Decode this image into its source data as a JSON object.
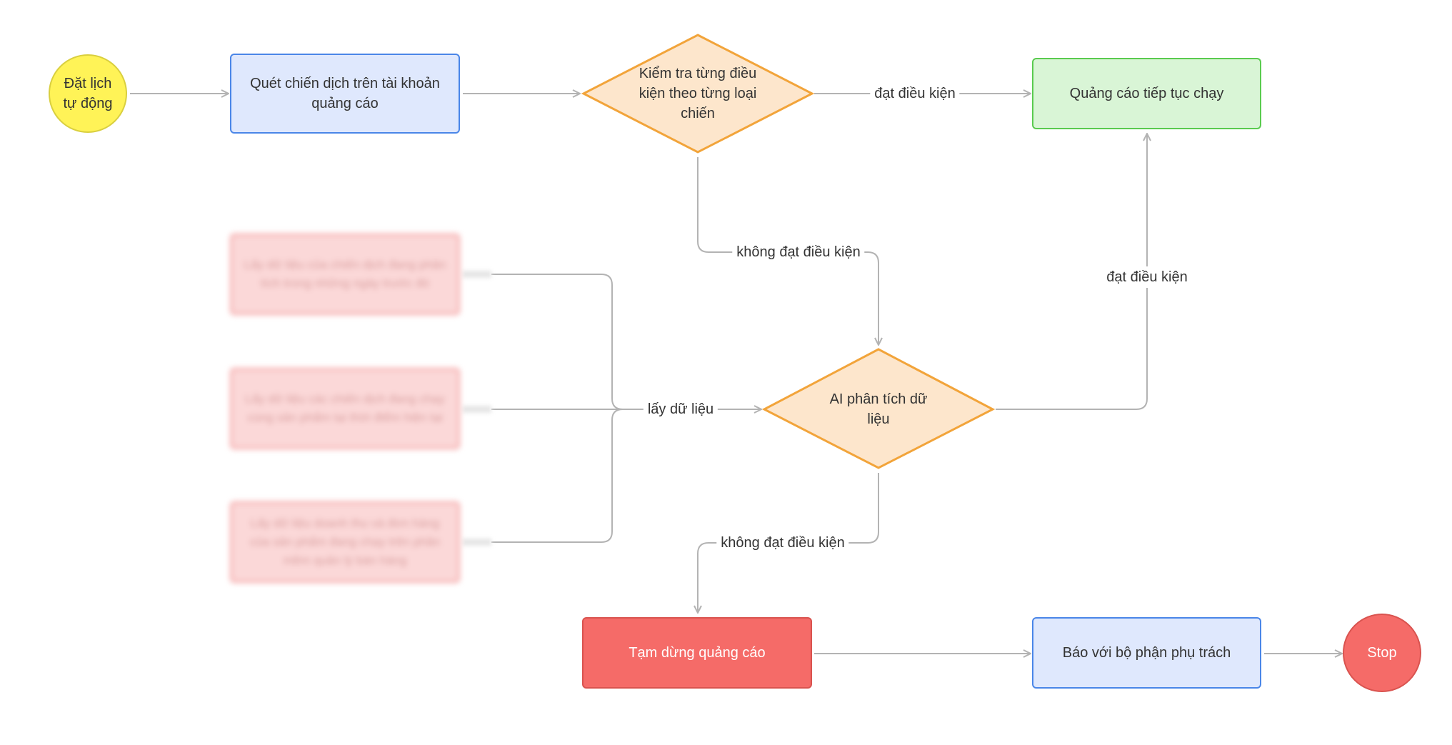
{
  "colors": {
    "edge": "#b3b3b3",
    "start_fill": "#fff357",
    "start_border": "#d9cf3f",
    "blue_fill": "#dfe8fd",
    "blue_border": "#4a86e8",
    "diamond_fill": "#fde6cc",
    "diamond_border": "#f2a43a",
    "green_fill": "#d9f5d6",
    "green_border": "#5acb4f",
    "red_fill": "#f56b68",
    "red_border": "#d9534f",
    "blurred_fill": "#fbd8d8",
    "blurred_border": "#f5a5a5"
  },
  "nodes": {
    "start": "Đặt lịch tự động",
    "scan": "Quét chiến dịch trên tài khoản quảng cáo",
    "check": "Kiểm tra từng điều kiện theo từng loại chiến",
    "continue": "Quảng cáo tiếp tục chạy",
    "data1": "Lấy dữ liệu của chiến dịch đang phân tích trong những ngày trước đó",
    "data2": "Lấy dữ liệu các chiến dịch đang chạy cùng sản phẩm tại thời điểm hiện tại",
    "data3": "Lấy dữ liệu doanh thu và đơn hàng của sản phẩm đang chạy trên phần mềm quản lý bán hàng",
    "ai": "AI phân tích dữ liệu",
    "pause": "Tạm dừng quảng cáo",
    "report": "Báo với bộ phận phụ trách",
    "stop": "Stop"
  },
  "edge_labels": {
    "check_pass": "đạt điều kiện",
    "check_fail": "không đạt điều kiện",
    "get_data": "lấy dữ liệu",
    "ai_pass": "đạt điều kiện",
    "ai_fail": "không đạt điều kiện"
  }
}
